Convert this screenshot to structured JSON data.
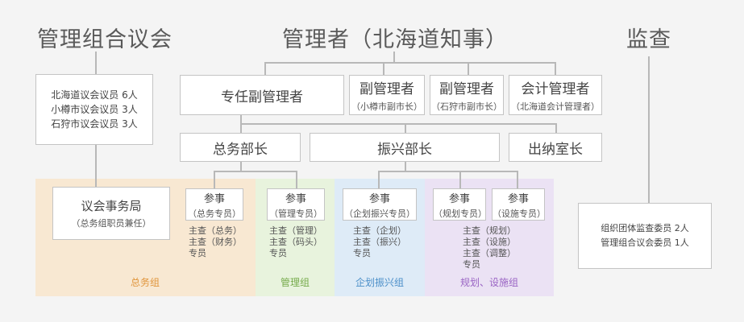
{
  "headings": {
    "assembly": "管理组合议会",
    "administrator": "管理者（北海道知事）",
    "audit": "监查"
  },
  "assembly_members": [
    "北海道议会议员 6人",
    "小樽市议会议员 3人",
    "石狩市议会议员 3人"
  ],
  "executives": {
    "full_time_vice": "专任副管理者",
    "vice_1": {
      "title": "副管理者",
      "note": "（小樽市副市长）"
    },
    "vice_2": {
      "title": "副管理者",
      "note": "（石狩市副市长）"
    },
    "accounting": {
      "title": "会计管理者",
      "note": "（北海道会计管理者）"
    }
  },
  "departments": {
    "general_affairs": "总务部长",
    "promotion": "振兴部长",
    "treasury": "出纳室长"
  },
  "secretariat": {
    "title": "议会事务局",
    "note": "（总务组职员兼任）"
  },
  "staff": {
    "general": {
      "title": "参事",
      "note": "（总务专员）",
      "duties": "主查（总务）\n主查（财务）\n专员"
    },
    "management": {
      "title": "参事",
      "note": "（管理专员）",
      "duties": "主查（管理）\n主查（码头）\n专员"
    },
    "planning_promo": {
      "title": "参事",
      "note": "（企划振兴专员）",
      "duties": "主查（企划）\n主查（振兴）\n专员"
    },
    "planning": {
      "title": "参事",
      "note": "（规划专员）"
    },
    "facilities": {
      "title": "参事",
      "note": "（设施专员）"
    },
    "planning_facilities_duties": "主查（规划）\n主查（设施）\n主查（调整）\n专员"
  },
  "groups": {
    "general": "总务组",
    "management": "管理组",
    "planning_promo": "企划振兴组",
    "planning_facilities": "规划、设施组"
  },
  "audit_members": [
    "组织团体监查委员 2人",
    "管理组合议会委员 1人"
  ],
  "colors": {
    "general": "#f8e8d2",
    "management": "#e8f3dd",
    "planning_promo": "#deebf7",
    "planning_facilities": "#ebe2f4",
    "general_label": "#e0953c",
    "management_label": "#76ab4c",
    "planning_promo_label": "#4b8fc9",
    "planning_facilities_label": "#9a64c4"
  }
}
